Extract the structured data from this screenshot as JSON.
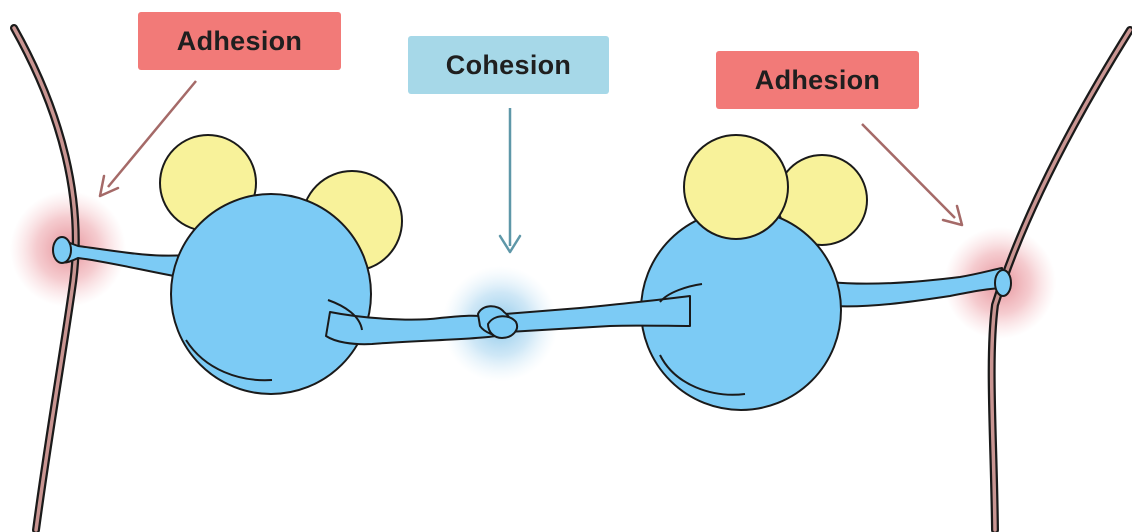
{
  "labels": {
    "adhesion_left": "Adhesion",
    "cohesion": "Cohesion",
    "adhesion_right": "Adhesion"
  },
  "colors": {
    "adhesion": "#f27a78",
    "cohesion": "#a6d8e8",
    "molecule_body": "#7ccbf5",
    "molecule_head": "#f8f29a",
    "wall": "#c99592",
    "adhesion_glow": "#e88a92",
    "cohesion_glow": "#86c6e9",
    "arrow_adhesion": "#a56a68",
    "arrow_cohesion": "#5e97a8"
  }
}
